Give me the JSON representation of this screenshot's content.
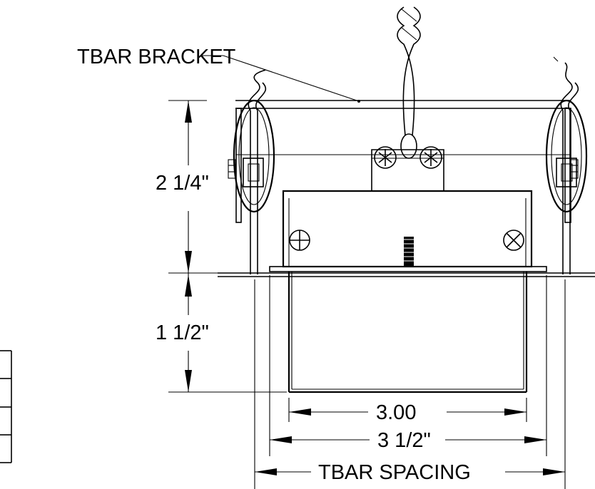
{
  "labels": {
    "tbar_bracket": "TBAR BRACKET",
    "height_upper": "2 1/4\"",
    "height_lower": "1 1/2\"",
    "width_inner": "3.00",
    "width_outer": "3 1/2\"",
    "tbar_spacing": "TBAR SPACING"
  },
  "colors": {
    "line": "#000000",
    "background": "#ffffff"
  }
}
